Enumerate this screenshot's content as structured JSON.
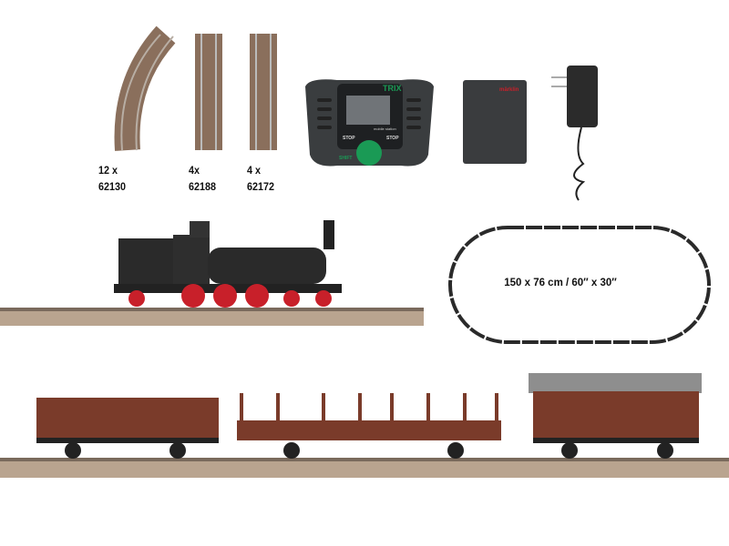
{
  "tracks": [
    {
      "qty": "12 x",
      "part": "62130"
    },
    {
      "qty": "4x",
      "part": "62188"
    },
    {
      "qty": "4 x",
      "part": "62172"
    }
  ],
  "controller": {
    "brand": "TRIX",
    "model": "mobile station",
    "stop1": "STOP",
    "stop2": "STOP",
    "shift": "SHIFT",
    "knob_color": "#1a9a55"
  },
  "box": {
    "brand": "märklin"
  },
  "layout": {
    "dimensions": "150 x 76 cm / 60″ x 30″"
  },
  "colors": {
    "track": "#8a6f5c",
    "wagon": "#7a3b2a",
    "loco": "#2a2a2a",
    "wheels": "#c8202a"
  }
}
